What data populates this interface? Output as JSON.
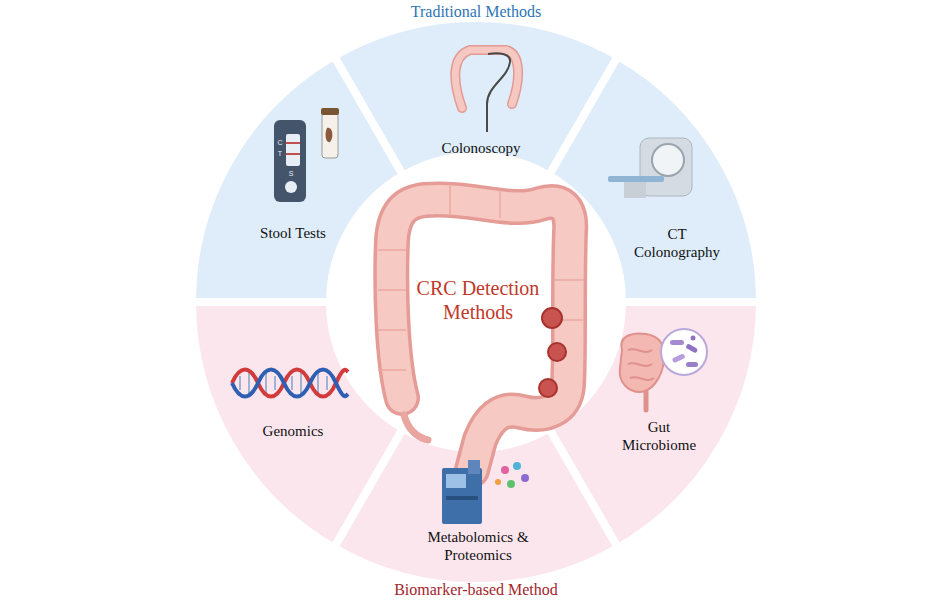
{
  "diagram": {
    "nodes": [
      {
        "text": [
          "Colonoscopy"
        ]
      },
      {
        "text": [
          "Stool Tests"
        ]
      },
      {
        "text": [
          "CT Colonography"
        ]
      },
      {
        "text": [
          "CRC Detection Methods"
        ]
      },
      {
        "text": [
          "Genomics"
        ]
      },
      {
        "text": [
          "Gut Microbiome"
        ]
      },
      {
        "text": [
          "Metabolomics & Proteomics"
        ]
      }
    ],
    "labels": [
      "Traditional Methods",
      "Biomarker-based Method",
      "C",
      "T",
      "S"
    ]
  }
}
